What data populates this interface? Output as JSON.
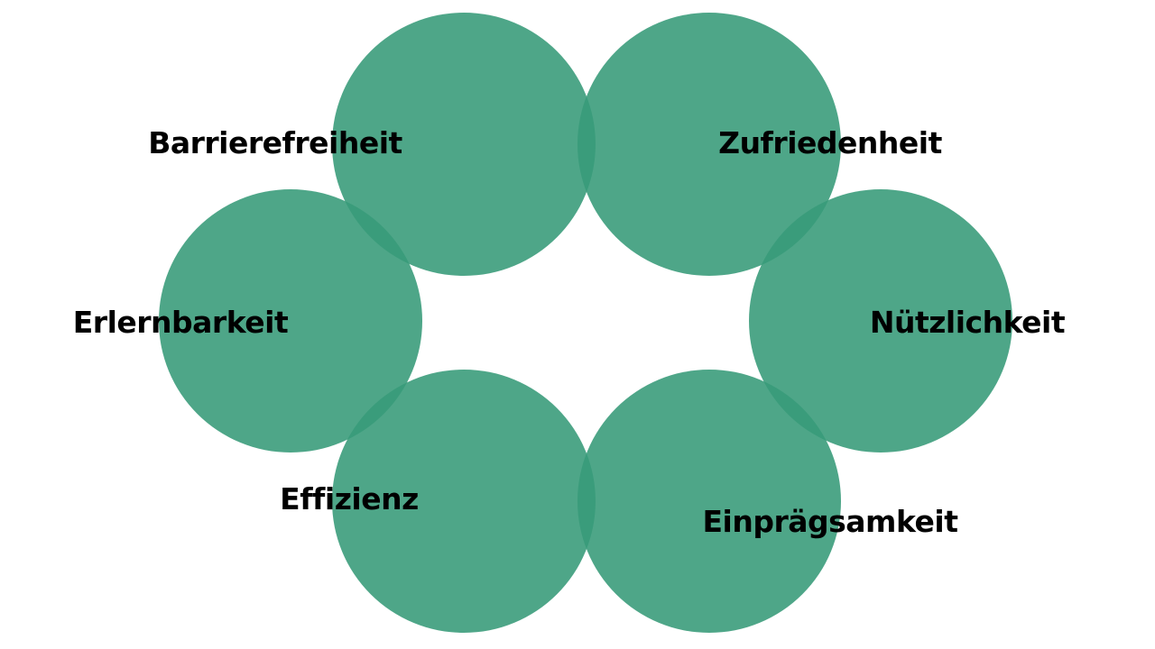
{
  "diagram": {
    "fill_color": "#389b79",
    "labels": {
      "top_left": "Barrierefreiheit",
      "top_right": "Zufriedenheit",
      "left": "Erlernbarkeit",
      "right": "Nützlichkeit",
      "bottom_left": "Effizienz",
      "bottom_right": "Einprägsamkeit"
    }
  }
}
